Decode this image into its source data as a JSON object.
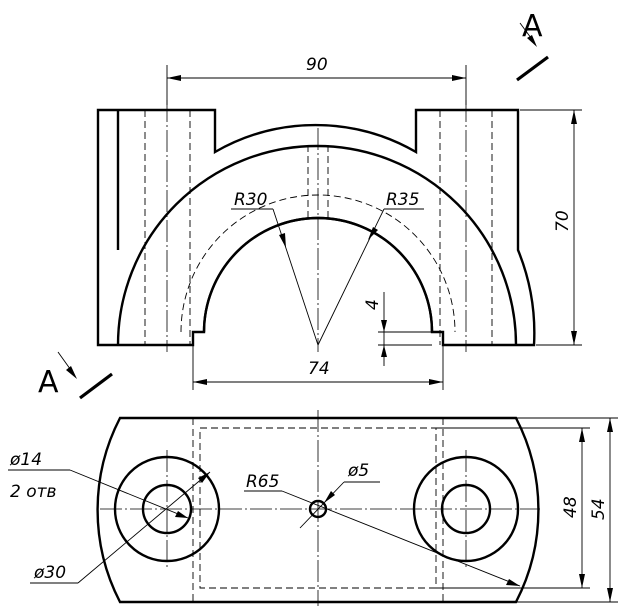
{
  "section_marker": {
    "letter_top": "A",
    "letter_left": "A"
  },
  "front_view": {
    "dim_width": "90",
    "dim_height": "70",
    "dim_inner_radius": "R30",
    "dim_outer_radius": "R35",
    "dim_step": "4",
    "dim_base": "74"
  },
  "top_view": {
    "dim_hole_diameter": "ø14",
    "hole_count": "2 отв",
    "dim_boss_diameter": "ø30",
    "dim_arc_radius": "R65",
    "dim_small_hole": "ø5",
    "dim_inner_height": "48",
    "dim_outer_height": "54"
  }
}
